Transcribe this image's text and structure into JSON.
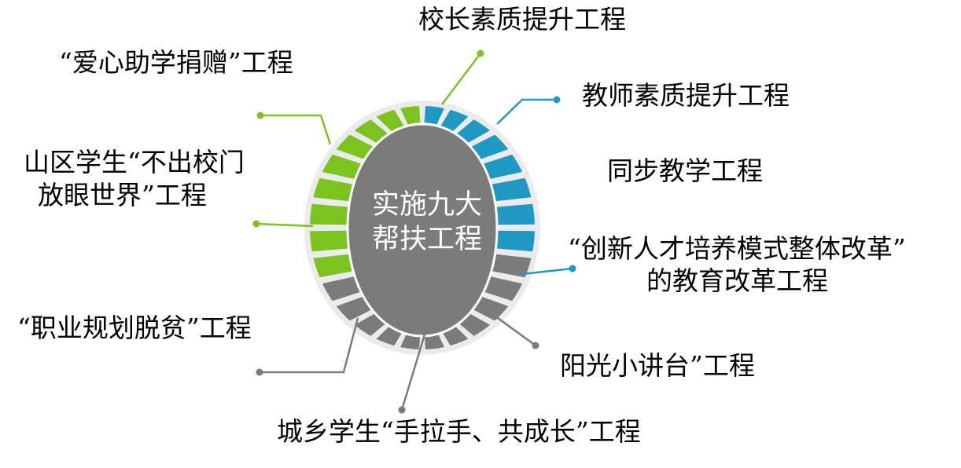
{
  "center": {
    "line1": "实施九大",
    "line2": "帮扶工程"
  },
  "labels": {
    "principal": "校长素质提升工程",
    "teacher": "教师素质提升工程",
    "sync": "同步教学工程",
    "innovation_line1": "“创新人才培养模式整体改革”",
    "innovation_line2": "的教育改革工程",
    "sunshine": "阳光小讲台”工程",
    "urban_rural": "城乡学生“手拉手、共成长”工程",
    "career": "“职业规划脱贫”工程",
    "mountain_line1": "山区学生“不出校门",
    "mountain_line2": "放眼世界”工程",
    "love": "“爱心助学捐赠”工程"
  },
  "colors": {
    "green": "#7DC31F",
    "blue": "#2098C4",
    "gray": "#7B7B7B",
    "halo": "#EBEBEB",
    "center_fill": "#7B7B7B"
  }
}
